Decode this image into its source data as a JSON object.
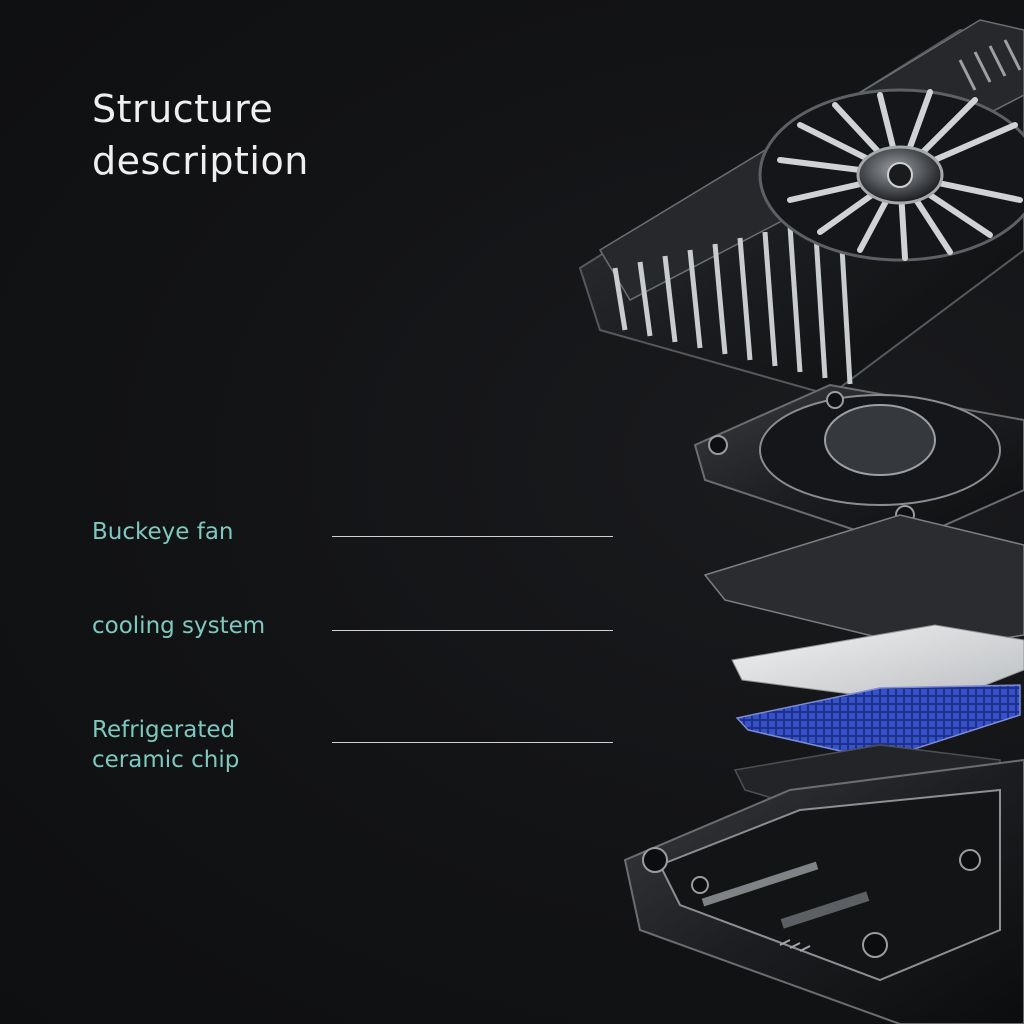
{
  "title": {
    "line1": "Structure",
    "line2": "description"
  },
  "callouts": [
    {
      "lines": [
        "Buckeye fan"
      ]
    },
    {
      "lines": [
        "cooling system"
      ]
    },
    {
      "lines": [
        "Refrigerated",
        "ceramic chip"
      ]
    }
  ],
  "colors": {
    "background": "#121315",
    "title_text": "#eef0f0",
    "callout_text": "#7ec8c0",
    "leader_line": "#cfd2d2",
    "chip_blue": "#2a3fa8"
  }
}
